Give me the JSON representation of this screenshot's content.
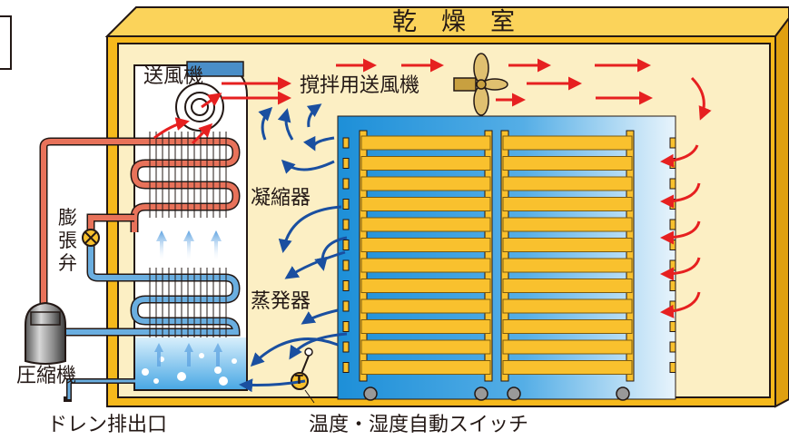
{
  "title": "乾　燥　室",
  "labels": {
    "blower": "送風機",
    "stir_fan": "撹拌用送風機",
    "condenser": "凝縮器",
    "evaporator": "蒸発器",
    "expansion_valve": "膨張弁",
    "compressor": "圧縮機",
    "drain": "ドレン排出口",
    "thermo_switch": "温度・湿度自動スイッチ",
    "thermo_mark": "T"
  },
  "colors": {
    "wall_outer": "#f6b91c",
    "wall_inner": "#fcefc4",
    "tray": "#f9c12e",
    "tray_edge": "#7a5a10",
    "airflow_hot": "#e62020",
    "airflow_cool": "#1a4fa0",
    "refrigerant_hot": "#e8725a",
    "refrigerant_cold": "#6aaee0",
    "water": "#9fd4f2"
  }
}
